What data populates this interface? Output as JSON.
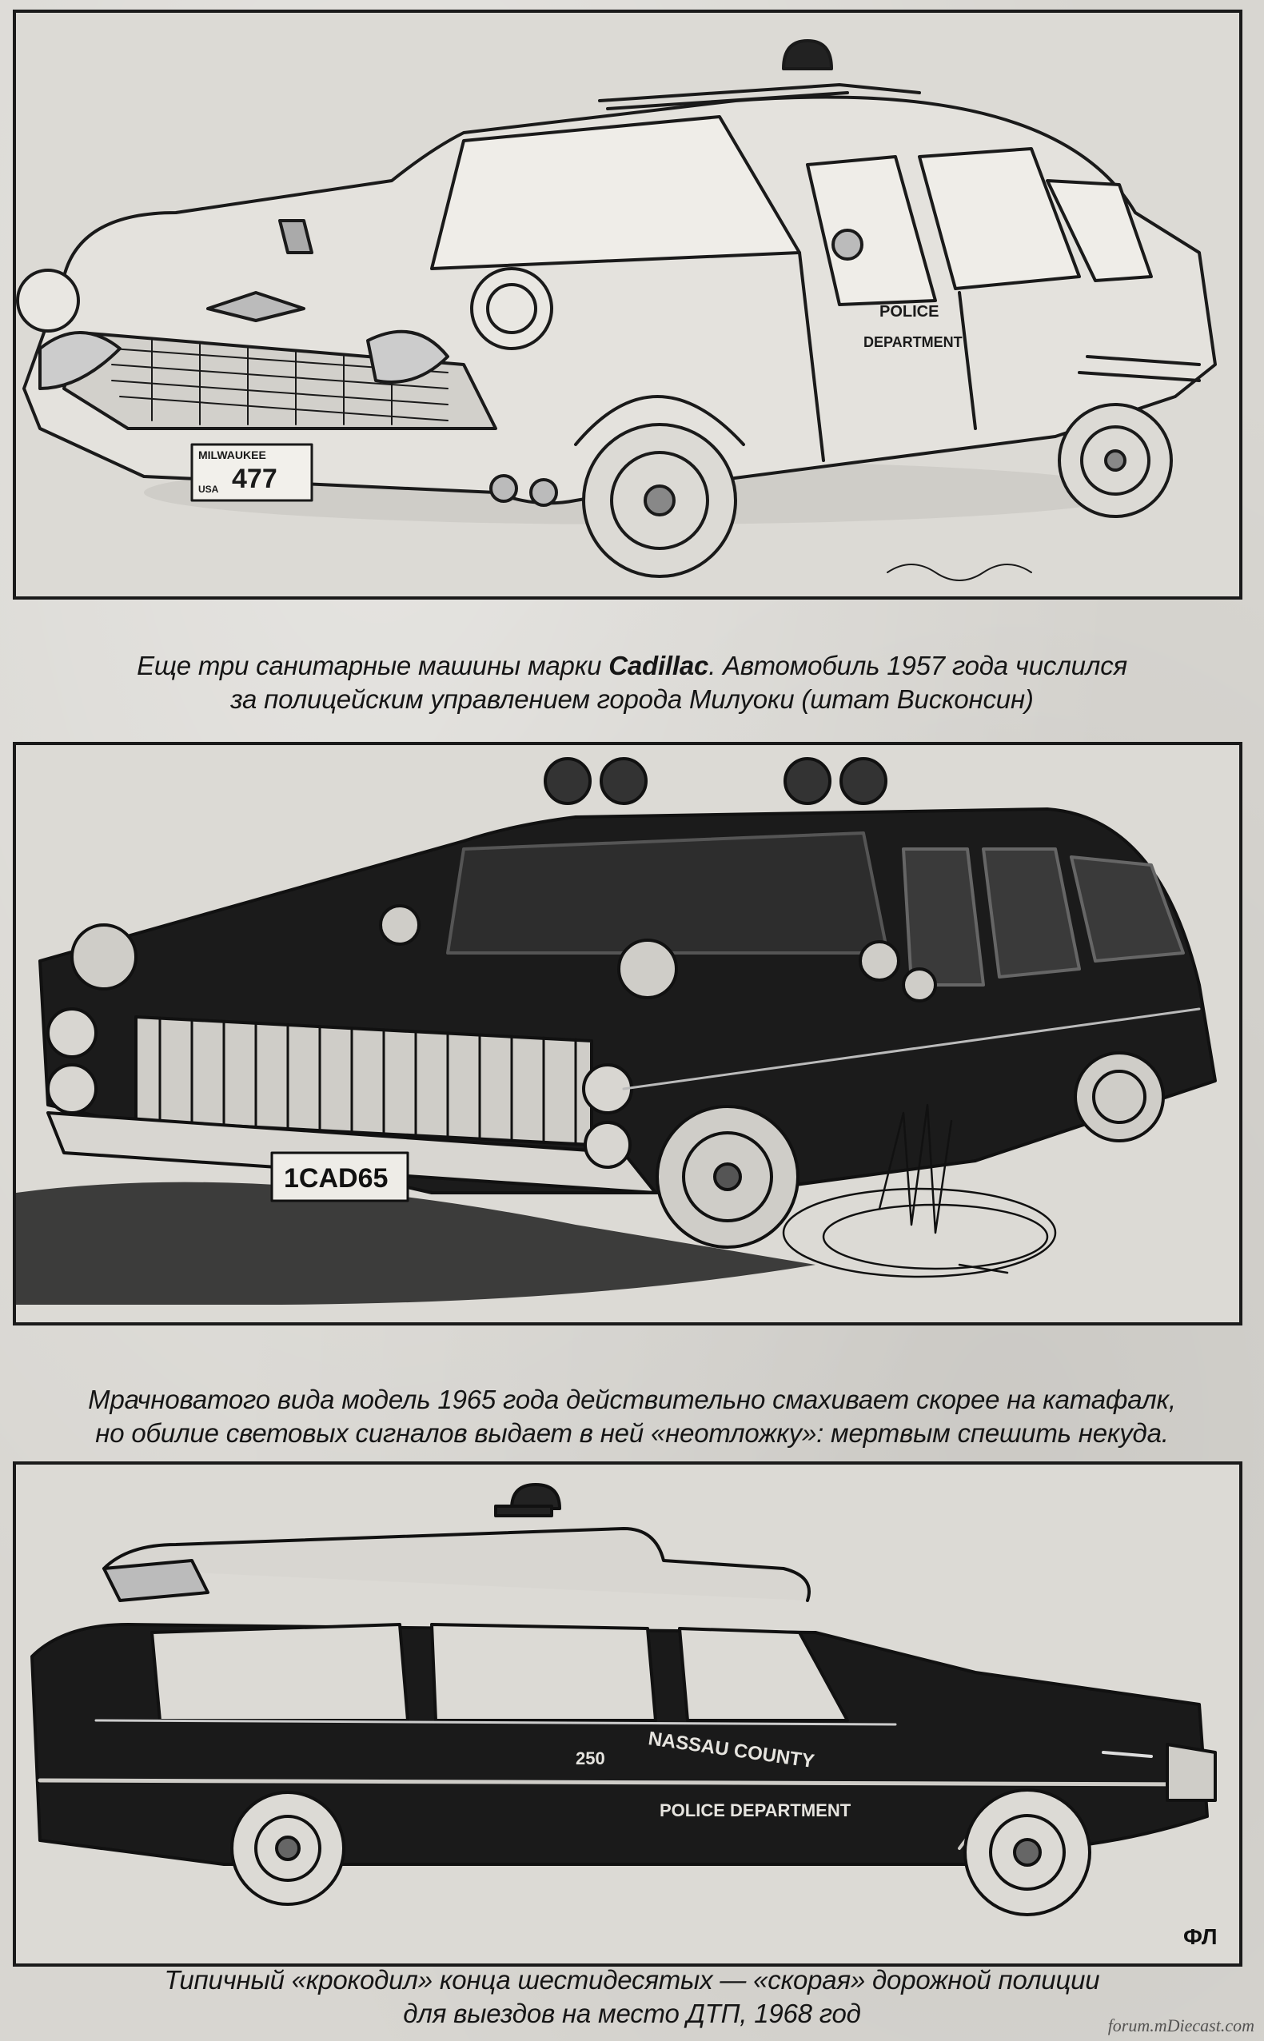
{
  "panels": [
    {
      "caption_line1_pre": "Еще три санитарные машины марки ",
      "caption_line1_brand": "Cadillac",
      "caption_line1_post": ". Автомобиль 1957 года числился",
      "caption_line2": "за полицейским управлением города Милуоки (штат Висконсин)",
      "door_text_line1": "POLICE",
      "door_text_line2": "DEPARTMENT",
      "plate_state": "MILWAUKEE",
      "plate_number": "477",
      "plate_country": "USA"
    },
    {
      "caption_line1": "Мрачноватого вида модель 1965 года действительно смахивает скорее на катафалк,",
      "caption_line2": "но обилие световых сигналов выдает в ней «неотложку»: мертвым спешить некуда.",
      "plate_number": "1CAD65"
    },
    {
      "caption_line1": "Типичный «крокодил» конца шестидесятых — «скорая» дорожной полиции",
      "caption_line2": "для выездов на место ДТП, 1968 год",
      "side_text_county": "NASSAU COUNTY",
      "side_number": "250",
      "side_text_dept": "POLICE DEPARTMENT",
      "monogram": "ФЛ"
    }
  ],
  "watermark": "forum.mDiecast.com"
}
